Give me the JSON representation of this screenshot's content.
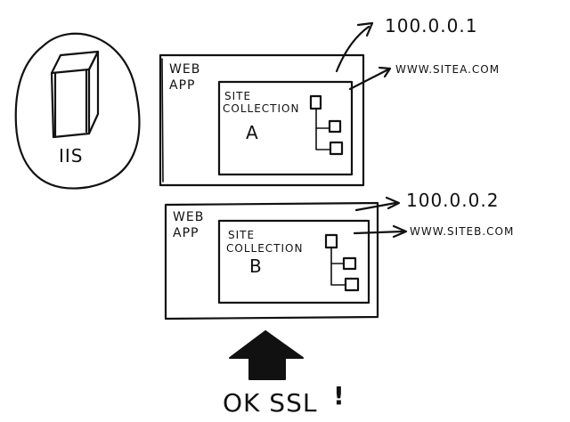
{
  "server": {
    "label": "IIS"
  },
  "web_apps": [
    {
      "label_line1": "WEB",
      "label_line2": "APP",
      "site_collection_line1": "SITE",
      "site_collection_line2": "COLLECTION",
      "site_collection_letter": "A",
      "ip_address": "100.0.0.1",
      "url": "WWW.SITEA.COM"
    },
    {
      "label_line1": "WEB",
      "label_line2": "APP",
      "site_collection_line1": "SITE",
      "site_collection_line2": "COLLECTION",
      "site_collection_letter": "B",
      "ip_address": "100.0.0.2",
      "url": "WWW.SITEB.COM"
    }
  ],
  "footer": {
    "caption": "OK SSL",
    "exclamation": "!"
  }
}
